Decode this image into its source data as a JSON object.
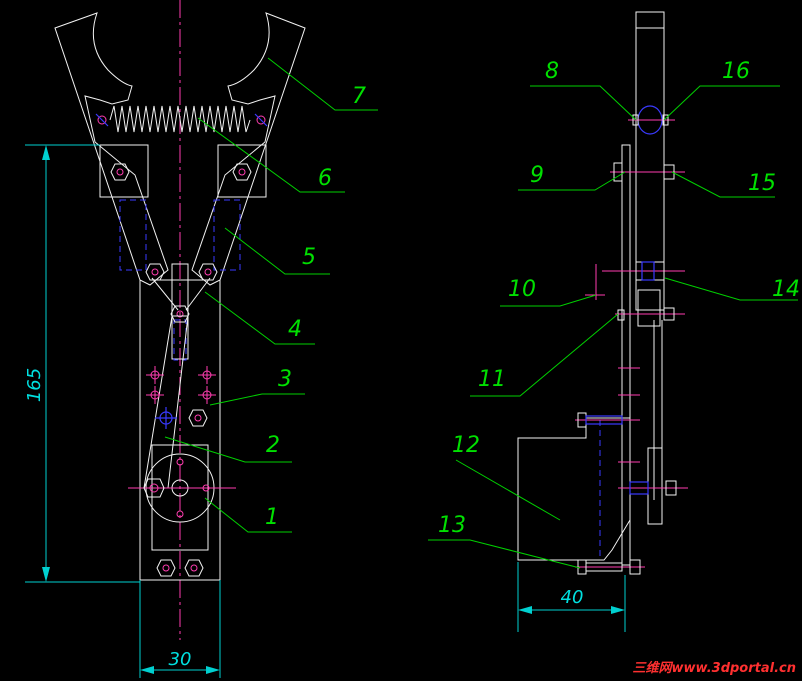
{
  "drawing": {
    "part_labels_front": [
      "7",
      "6",
      "5",
      "4",
      "3",
      "2",
      "1"
    ],
    "part_labels_side": [
      "8",
      "16",
      "9",
      "15",
      "10",
      "14",
      "11",
      "12",
      "13"
    ],
    "dimensions": {
      "height": "165",
      "width_front": "30",
      "width_side": "40"
    },
    "watermark": "三维网www.3dportal.cn"
  },
  "colors": {
    "background": "#000000",
    "outline": "#f2f2f2",
    "center_line": "#ff3db0",
    "hidden_line": "#3a3aff",
    "leader_text": "#00e000",
    "dimension": "#00e0e0",
    "watermark": "#ff3030"
  }
}
